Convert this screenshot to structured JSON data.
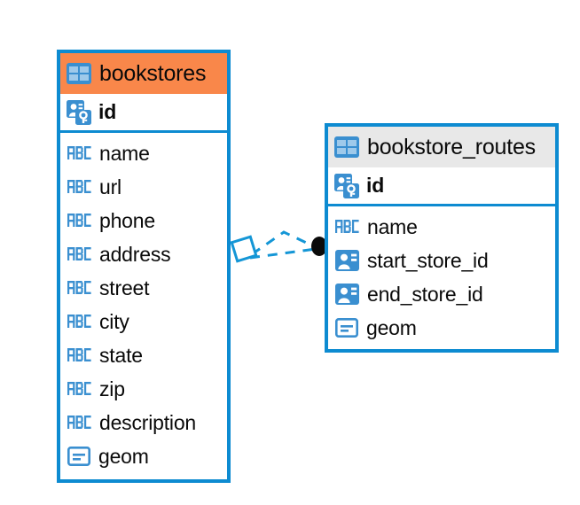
{
  "diagram": {
    "type": "entity-relationship-diagram",
    "background": "#ffffff",
    "accent_blue": "#0d8bd1",
    "accent_orange": "#f9874a",
    "accent_grey": "#e8e8e8",
    "relationship_line_color": "#1496d6",
    "relationship_endpoint_color": "#0a0a0a"
  },
  "entities": [
    {
      "name": "bookstores",
      "header_color": "#f9874a",
      "header_icon": "table-icon",
      "primary_key": {
        "label": "id",
        "icon": "primary-key-icon"
      },
      "fields": [
        {
          "label": "name",
          "icon": "abc-text-icon"
        },
        {
          "label": "url",
          "icon": "abc-text-icon"
        },
        {
          "label": "phone",
          "icon": "abc-text-icon"
        },
        {
          "label": "address",
          "icon": "abc-text-icon"
        },
        {
          "label": "street",
          "icon": "abc-text-icon"
        },
        {
          "label": "city",
          "icon": "abc-text-icon"
        },
        {
          "label": "state",
          "icon": "abc-text-icon"
        },
        {
          "label": "zip",
          "icon": "abc-text-icon"
        },
        {
          "label": "description",
          "icon": "abc-text-icon"
        },
        {
          "label": "geom",
          "icon": "geometry-icon"
        }
      ]
    },
    {
      "name": "bookstore_routes",
      "header_color": "#e8e8e8",
      "header_icon": "table-icon",
      "primary_key": {
        "label": "id",
        "icon": "primary-key-icon"
      },
      "fields": [
        {
          "label": "name",
          "icon": "abc-text-icon"
        },
        {
          "label": "start_store_id",
          "icon": "foreign-key-icon"
        },
        {
          "label": "end_store_id",
          "icon": "foreign-key-icon"
        },
        {
          "label": "geom",
          "icon": "geometry-icon"
        }
      ]
    }
  ],
  "relationship": {
    "source_entity": "bookstores",
    "target_entity": "bookstore_routes",
    "source_marker": "diamond-icon",
    "target_marker": "filled-circle-icon",
    "line_style": "dashed",
    "branches": 2
  }
}
